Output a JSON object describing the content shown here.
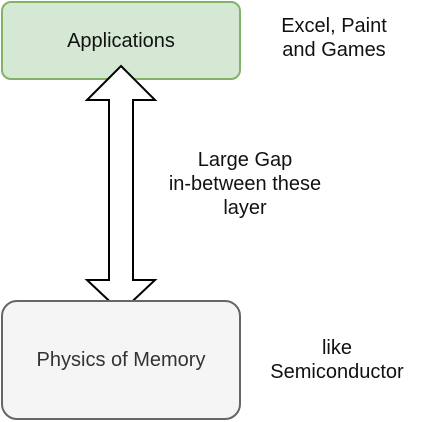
{
  "diagram": {
    "top_box": {
      "label": "Applications"
    },
    "bottom_box": {
      "label": "Physics of Memory"
    },
    "top_note": {
      "lines": [
        "Excel, Paint",
        "and Games"
      ]
    },
    "middle_note": {
      "lines": [
        "Large Gap",
        "in-between these",
        "layer"
      ]
    },
    "bottom_note": {
      "lines": [
        "like",
        "Semiconductor"
      ]
    },
    "colors": {
      "top_box_fill": "#d5e8d4",
      "top_box_stroke": "#82b366",
      "bottom_box_fill": "#f5f5f5",
      "bottom_box_stroke": "#666666",
      "arrow_stroke": "#000000"
    }
  }
}
